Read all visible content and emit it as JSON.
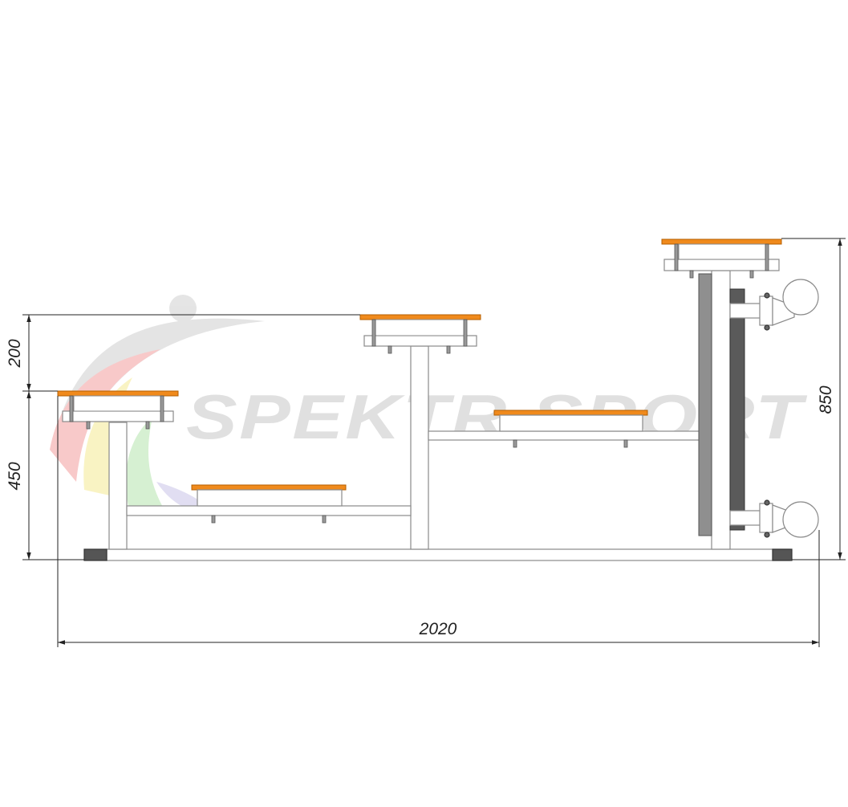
{
  "watermark": {
    "brand": "SPEKTR SPORT"
  },
  "dimensions": {
    "step_height": "200",
    "first_step_height": "450",
    "total_height": "850",
    "total_length": "2020"
  },
  "colors": {
    "step_board": "#f08a1c",
    "frame_outline": "#8a8a8a",
    "frame_fill": "#ffffff",
    "dimension_line": "#222222",
    "dark_panel": "#5a5a5a",
    "mid_panel": "#8f8f8f",
    "foot": "#555555",
    "watermark": "#d6d6d6"
  }
}
